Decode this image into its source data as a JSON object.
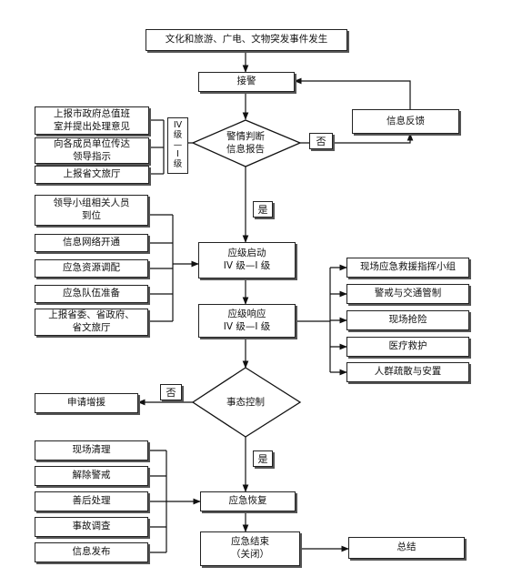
{
  "nodes": {
    "event": "文化和旅游、广电、文物突发事件发生",
    "alarm": "接警",
    "feedback": "信息反馈",
    "judge": "警情判断\n信息报告",
    "report_city": "上报市政府总值班\n室并提出处理意见",
    "notify_units": "向各成员单位传达\n领导指示",
    "report_province": "上报省文旅厅",
    "level_range": "IV\n级\n—\nI\n级",
    "leaders_arrive": "领导小组相关人员\n到位",
    "network_open": "信息网络开通",
    "resource_dispatch": "应急资源调配",
    "team_ready": "应急队伍准备",
    "report_gov": "上报省委、省政府、\n省文旅厅",
    "start": "应级启动\nIV 级—I 级",
    "response": "应级响应\nIV 级—I 级",
    "onsite_command": "现场应急救援指挥小组",
    "traffic_control": "警戒与交通管制",
    "rescue": "现场抢险",
    "medical": "医疗救护",
    "evacuation": "人群疏散与安置",
    "control": "事态控制",
    "reinforce": "申请增援",
    "cleanup": "现场清理",
    "lift_alert": "解除警戒",
    "aftermath": "善后处理",
    "investigation": "事故调查",
    "release": "信息发布",
    "recovery": "应急恢复",
    "end": "应急结束\n（关闭）",
    "summary": "总结"
  },
  "labels": {
    "no1": "否",
    "yes1": "是",
    "no2": "否",
    "yes2": "是"
  }
}
